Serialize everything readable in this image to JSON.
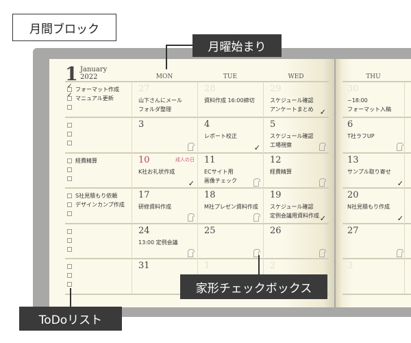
{
  "callouts": {
    "monthly_block": "月間ブロック",
    "monday_start": "月曜始まり",
    "house_checkbox": "家形チェックボックス",
    "todo_list": "ToDoリスト"
  },
  "header": {
    "month_number": "1",
    "month_name": "January",
    "year": "2022",
    "days": [
      "MON",
      "TUE",
      "WED",
      "THU"
    ]
  },
  "todo_rows": [
    [
      {
        "text": "フォーマット作成",
        "checked": true
      },
      {
        "text": "マニュアル更新",
        "checked": true
      },
      {
        "text": "",
        "checked": false
      }
    ],
    [
      {
        "text": ""
      },
      {
        "text": ""
      },
      {
        "text": ""
      }
    ],
    [
      {
        "text": "経費精算"
      },
      {
        "text": ""
      },
      {
        "text": ""
      }
    ],
    [
      {
        "text": "S社見積もり依頼"
      },
      {
        "text": "デザインカンプ作成"
      },
      {
        "text": ""
      }
    ],
    [
      {
        "text": ""
      },
      {
        "text": ""
      },
      {
        "text": ""
      }
    ],
    [
      {
        "text": ""
      },
      {
        "text": ""
      },
      {
        "text": ""
      }
    ]
  ],
  "weeks": [
    [
      {
        "d": "27",
        "gray": true,
        "t": "山下さんにメール\nフォルダ整理"
      },
      {
        "d": "28",
        "gray": true,
        "t": "資料作成 16:00締切"
      },
      {
        "d": "29",
        "gray": true,
        "t": "スケジュール確認\nアンケートまとめ",
        "m": "check"
      },
      {
        "d": "30",
        "gray": true,
        "t": "~18:00\nフォーマット入稿"
      }
    ],
    [
      {
        "d": "3",
        "t": "",
        "m": "house"
      },
      {
        "d": "4",
        "t": "レポート校正",
        "m": "check"
      },
      {
        "d": "5",
        "t": "スケジュール確認\n工場視察",
        "m": "house"
      },
      {
        "d": "6",
        "t": "T社ラフUP",
        "m": "house"
      }
    ],
    [
      {
        "d": "10",
        "red": true,
        "hol": "成人の日",
        "t": "K社お礼状作成",
        "m": "check"
      },
      {
        "d": "11",
        "t": "ECサイト用\n画像チェック",
        "m": "house"
      },
      {
        "d": "12",
        "t": "経費精算",
        "m": "house"
      },
      {
        "d": "13",
        "t": "サンプル取り寄せ",
        "m": "check"
      }
    ],
    [
      {
        "d": "17",
        "t": "研修資料作成",
        "m": "house"
      },
      {
        "d": "18",
        "t": "M社プレゼン資料作成",
        "m": "house"
      },
      {
        "d": "19",
        "t": "スケジュール確認\n定例会議用資料作成",
        "m": "check"
      },
      {
        "d": "20",
        "t": "N社見積もり作成",
        "m": "check"
      }
    ],
    [
      {
        "d": "24",
        "t": "13:00 定例会議",
        "m": "house"
      },
      {
        "d": "25",
        "t": "",
        "m": "house"
      },
      {
        "d": "26",
        "t": "",
        "m": "house"
      },
      {
        "d": "27",
        "t": "",
        "m": "house"
      }
    ],
    [
      {
        "d": "31",
        "t": ""
      },
      {
        "d": "1",
        "gray": true,
        "t": ""
      },
      {
        "d": "2",
        "gray": true,
        "t": ""
      },
      {
        "d": "3",
        "gray": true,
        "t": ""
      }
    ]
  ]
}
